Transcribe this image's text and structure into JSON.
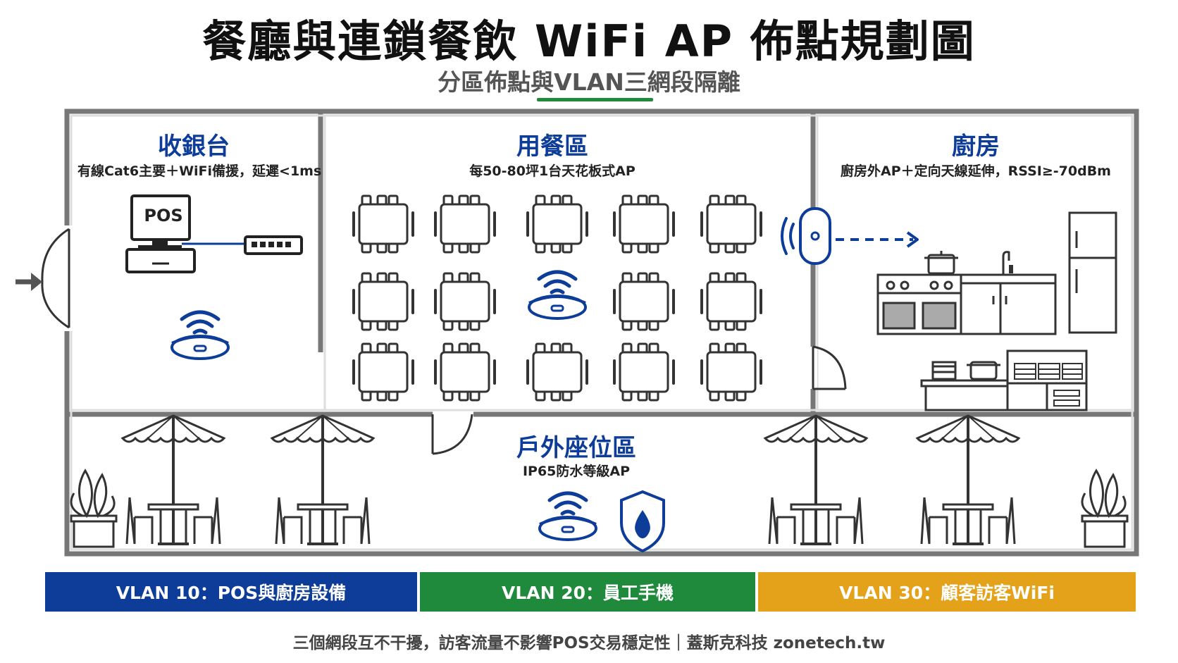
{
  "header": {
    "title": "餐廳與連鎖餐飲 WiFi AP 佈點規劃圖",
    "subtitle": "分區佈點與VLAN三網段隔離"
  },
  "zones": {
    "cashier": {
      "title": "收銀台",
      "desc": "有線Cat6主要＋WiFi備援，延遲<1ms",
      "pos_label": "POS"
    },
    "dining": {
      "title": "用餐區",
      "desc": "每50-80坪1台天花板式AP"
    },
    "kitchen": {
      "title": "廚房",
      "desc": "廚房外AP＋定向天線延伸，RSSI≥-70dBm"
    },
    "outdoor": {
      "title": "戶外座位區",
      "desc": "IP65防水等級AP"
    }
  },
  "vlans": [
    {
      "label": "VLAN 10：POS與廚房設備",
      "color": "#0d3d99"
    },
    {
      "label": "VLAN 20：員工手機",
      "color": "#1f8a3b"
    },
    {
      "label": "VLAN 30：顧客訪客WiFi",
      "color": "#e3a21a"
    }
  ],
  "footer": "三個網段互不干擾，訪客流量不影響POS交易穩定性｜蓋斯克科技 zonetech.tw",
  "colors": {
    "accent_blue": "#0d3d99",
    "accent_green": "#1f8a3b",
    "accent_gold": "#e3a21a"
  },
  "icons": [
    "door-icon",
    "entry-arrow-icon",
    "pos-terminal-icon",
    "network-switch-icon",
    "ceiling-ap-icon",
    "wifi-signal-icon",
    "directional-ap-icon",
    "dining-table-icon",
    "stove-icon",
    "sink-icon",
    "refrigerator-icon",
    "pot-icon",
    "dish-rack-icon",
    "umbrella-table-icon",
    "potted-plant-icon",
    "waterproof-shield-icon"
  ]
}
